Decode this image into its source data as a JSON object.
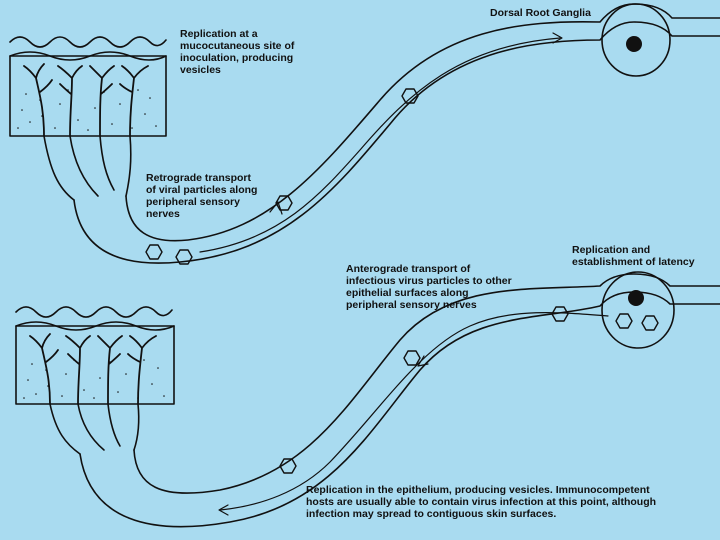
{
  "labels": {
    "dorsal_root_ganglia": "Dorsal Root Ganglia",
    "inoculation": "Replication at a\nmucocutaneous site of\ninoculation, producing\nvesicles",
    "retrograde": "Retrograde transport\nof viral particles along\nperipheral sensory\nnerves",
    "latency": "Replication and\nestablishment of latency",
    "anterograde": "Anterograde transport of\ninfectious virus particles to other\nepithelial surfaces along\nperipheral sensory nerves",
    "epithelium": "Replication in the epithelium, producing vesicles. Immunocompetent\nhosts are usually able to contain virus infection at this point, although\ninfection may spread to contiguous skin surfaces."
  },
  "colors": {
    "background": "#a9dbf0",
    "ink": "#111111"
  }
}
